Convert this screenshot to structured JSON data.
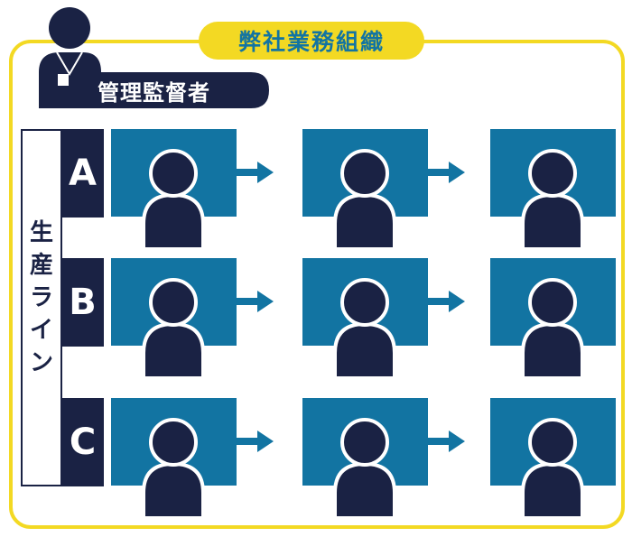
{
  "title": "弊社業務組織",
  "manager_label": "管理監督者",
  "line_label_chars": [
    "生",
    "産",
    "ラ",
    "イ",
    "ン"
  ],
  "lines": [
    {
      "label": "A"
    },
    {
      "label": "B"
    },
    {
      "label": "C"
    }
  ],
  "workers_per_line": 3,
  "colors": {
    "navy": "#1a2244",
    "blue": "#1274a2",
    "yellow": "#f3d923"
  }
}
